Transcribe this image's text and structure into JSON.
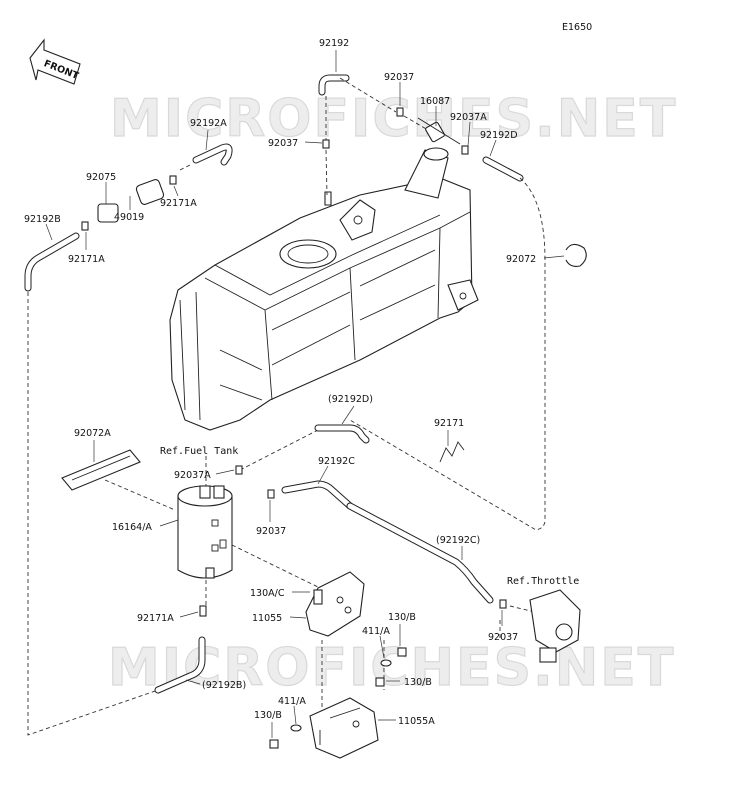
{
  "diagram_code": "E1650",
  "watermark": "MICROFICHES.NET",
  "front_arrow": "FRONT",
  "refs": {
    "fuel_tank": "Ref.Fuel Tank",
    "throttle": "Ref.Throttle"
  },
  "labels": {
    "p92192": "92192",
    "p92037_top": "92037",
    "p16087": "16087",
    "p92037a_top": "92037A",
    "p92192d": "92192D",
    "p92037_left": "92037",
    "p92192a": "92192A",
    "p92075": "92075",
    "p92171a_upper": "92171A",
    "p49019": "49019",
    "p92192b": "92192B",
    "p92171a_left": "92171A",
    "p92072": "92072",
    "p92192d_paren": "(92192D)",
    "p92171": "92171",
    "p92072a": "92072A",
    "p92037a_mid": "92037A",
    "p92192c": "92192C",
    "p16164a": "16164/A",
    "p92037_mid": "92037",
    "p92192c_paren": "(92192C)",
    "p130a_c": "130A/C",
    "p11055": "11055",
    "p130b_top": "130/B",
    "p411a_top": "411/A",
    "p92171a_low": "92171A",
    "p92037_low": "92037",
    "p130b_mid": "130/B",
    "p92192b_paren": "(92192B)",
    "p411a_low": "411/A",
    "p11055a": "11055A",
    "p130b_low": "130/B"
  }
}
